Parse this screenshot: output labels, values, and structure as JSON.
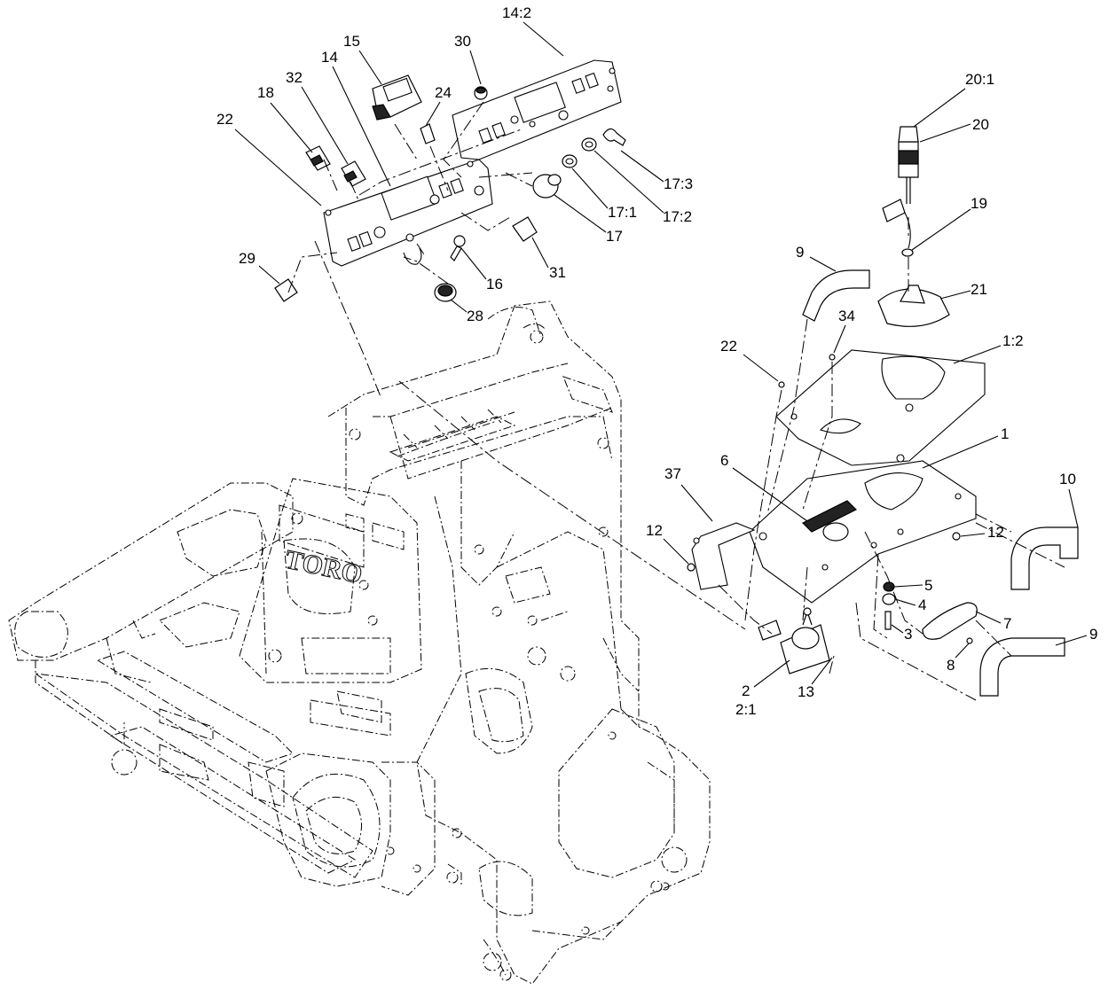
{
  "diagram": {
    "frame_logo": "TORO",
    "callouts": [
      {
        "id": "c-14-2",
        "text": "14:2"
      },
      {
        "id": "c-30",
        "text": "30"
      },
      {
        "id": "c-15",
        "text": "15"
      },
      {
        "id": "c-14",
        "text": "14"
      },
      {
        "id": "c-32",
        "text": "32"
      },
      {
        "id": "c-24",
        "text": "24"
      },
      {
        "id": "c-18",
        "text": "18"
      },
      {
        "id": "c-22a",
        "text": "22"
      },
      {
        "id": "c-17-3",
        "text": "17:3"
      },
      {
        "id": "c-17-1",
        "text": "17:1"
      },
      {
        "id": "c-17-2",
        "text": "17:2"
      },
      {
        "id": "c-17",
        "text": "17"
      },
      {
        "id": "c-31",
        "text": "31"
      },
      {
        "id": "c-16",
        "text": "16"
      },
      {
        "id": "c-29",
        "text": "29"
      },
      {
        "id": "c-28",
        "text": "28"
      },
      {
        "id": "c-20-1",
        "text": "20:1"
      },
      {
        "id": "c-20",
        "text": "20"
      },
      {
        "id": "c-19",
        "text": "19"
      },
      {
        "id": "c-9a",
        "text": "9"
      },
      {
        "id": "c-21",
        "text": "21"
      },
      {
        "id": "c-34",
        "text": "34"
      },
      {
        "id": "c-22b",
        "text": "22"
      },
      {
        "id": "c-1-2",
        "text": "1:2"
      },
      {
        "id": "c-1",
        "text": "1"
      },
      {
        "id": "c-6",
        "text": "6"
      },
      {
        "id": "c-37",
        "text": "37"
      },
      {
        "id": "c-10",
        "text": "10"
      },
      {
        "id": "c-12a",
        "text": "12"
      },
      {
        "id": "c-12b",
        "text": "12"
      },
      {
        "id": "c-5",
        "text": "5"
      },
      {
        "id": "c-4",
        "text": "4"
      },
      {
        "id": "c-7",
        "text": "7"
      },
      {
        "id": "c-3",
        "text": "3"
      },
      {
        "id": "c-9b",
        "text": "9"
      },
      {
        "id": "c-8",
        "text": "8"
      },
      {
        "id": "c-2",
        "text": "2"
      },
      {
        "id": "c-2-1",
        "text": "2:1"
      },
      {
        "id": "c-13",
        "text": "13"
      }
    ]
  }
}
